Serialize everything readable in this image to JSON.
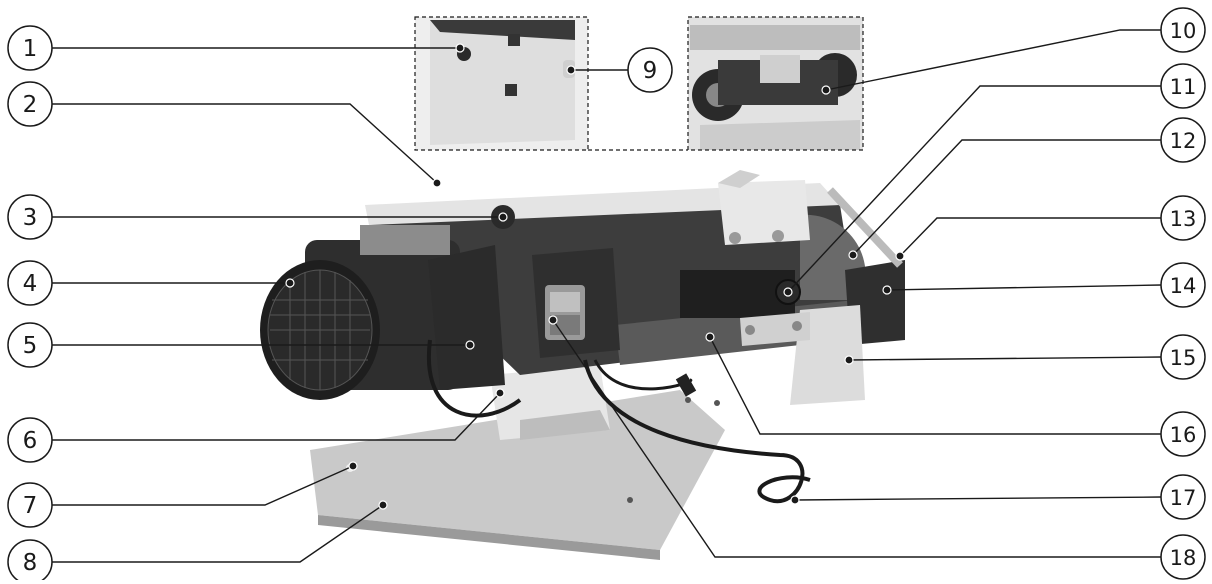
{
  "callouts": [
    {
      "num": "1"
    },
    {
      "num": "2"
    },
    {
      "num": "3"
    },
    {
      "num": "4"
    },
    {
      "num": "5"
    },
    {
      "num": "6"
    },
    {
      "num": "7"
    },
    {
      "num": "8"
    },
    {
      "num": "9"
    },
    {
      "num": "10"
    },
    {
      "num": "11"
    },
    {
      "num": "12"
    },
    {
      "num": "13"
    },
    {
      "num": "14"
    },
    {
      "num": "15"
    },
    {
      "num": "16"
    },
    {
      "num": "17"
    },
    {
      "num": "18"
    }
  ],
  "colors": {
    "line": "#1a1a1a",
    "machine_dark": "#3a3a3a",
    "machine_light": "#d9d9d9",
    "base": "#c8c8c8",
    "switch_red": "#8a8a8a"
  }
}
